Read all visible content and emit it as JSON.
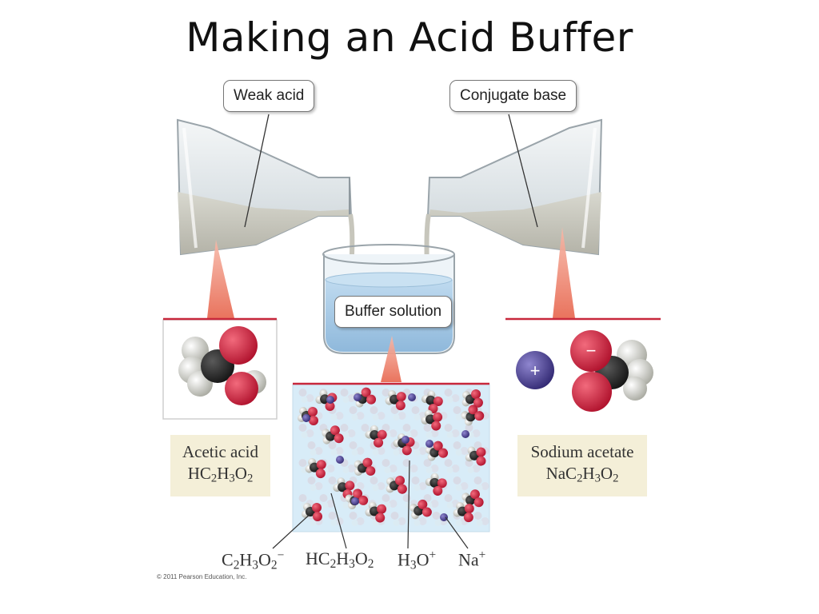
{
  "title": "Making an Acid Buffer",
  "callouts": {
    "weak_acid": "Weak acid",
    "conjugate_base": "Conjugate base",
    "buffer_solution": "Buffer solution"
  },
  "acetic_acid": {
    "name": "Acetic acid",
    "formula_base": "HC",
    "f1": "2",
    "f2": "H",
    "f3": "3",
    "f4": "O",
    "f5": "2"
  },
  "sodium_acetate": {
    "name": "Sodium acetate",
    "formula_base": "NaC",
    "f1": "2",
    "f2": "H",
    "f3": "3",
    "f4": "O",
    "f5": "2"
  },
  "ion_labels": {
    "acetate": {
      "a": "C",
      "b": "2",
      "c": "H",
      "d": "3",
      "e": "O",
      "f": "2",
      "g": "−"
    },
    "acetic": {
      "a": "HC",
      "b": "2",
      "c": "H",
      "d": "3",
      "e": "O",
      "f": "2"
    },
    "hydronium": {
      "a": "H",
      "b": "3",
      "c": "O",
      "d": "+"
    },
    "sodium": {
      "a": "Na",
      "b": "+"
    }
  },
  "ion_symbols": {
    "sodium_plus": "+",
    "acetate_minus": "−"
  },
  "copyright": "© 2011 Pearson Education, Inc.",
  "colors": {
    "red_line": "#c8283c",
    "oxygen": "#c41e3a",
    "carbon": "#2b2b2b",
    "hydrogen": "#e2e2dc",
    "sodium": "#4b3f8f",
    "water": "#d8ecf8"
  }
}
